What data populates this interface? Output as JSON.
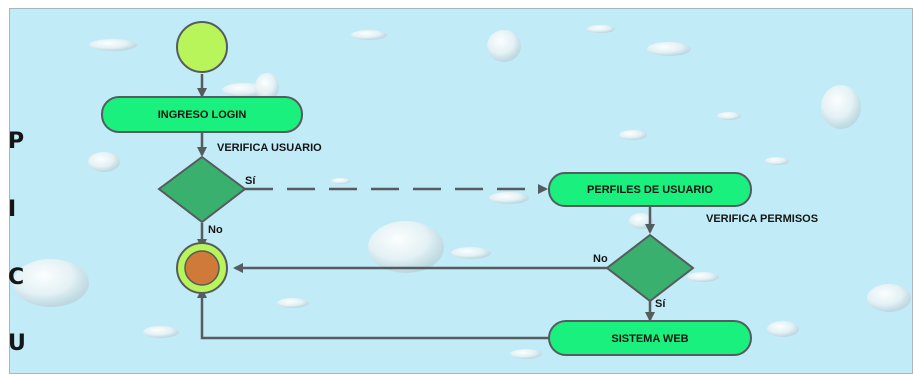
{
  "diagram": {
    "nodes": {
      "ingreso_login": "INGRESO LOGIN",
      "perfiles_de_usuario": "PERFILES DE USUARIO",
      "sistema_web": "SISTEMA WEB"
    },
    "edge_labels": {
      "verifica_usuario": "VERIFICA USUARIO",
      "si_user": "Sí",
      "no_user": "No",
      "verifica_permisos": "VERIFICA PERMISOS",
      "no_perm": "No",
      "si_perm": "Sí"
    },
    "colors": {
      "background": "#c2ebf8",
      "start_node": "#b8f55a",
      "action_node": "#1af07e",
      "decision_node": "#3ab06e",
      "end_outer": "#b8f55a",
      "end_inner": "#d07a3a",
      "arrow": "#555b5f"
    }
  },
  "left_column": {
    "letters": [
      "P",
      "I",
      "C",
      "U"
    ]
  }
}
